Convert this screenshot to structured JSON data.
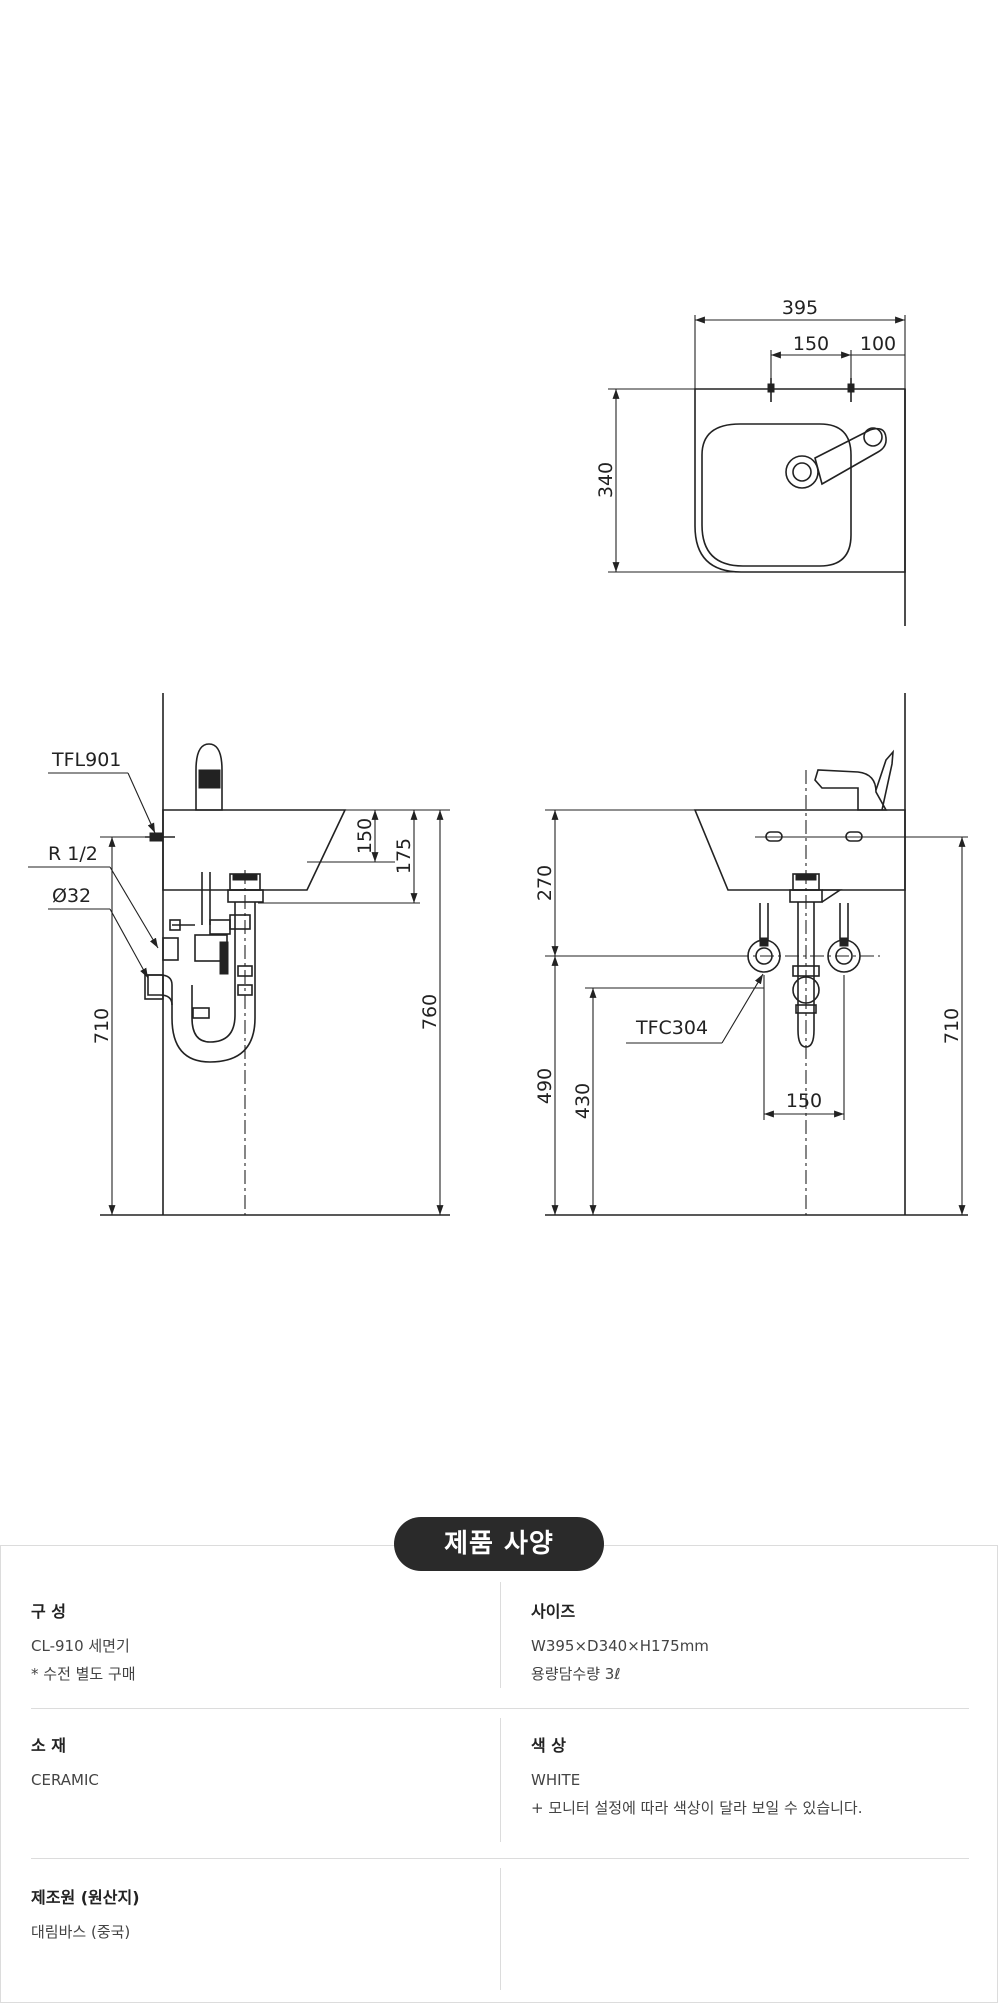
{
  "drawing": {
    "top_view": {
      "width": "395",
      "hole_spacing": "150",
      "edge_offset": "100",
      "depth": "340"
    },
    "side_view": {
      "fitting_label": "TFL901",
      "thread_label": "R 1/2",
      "drain_label": "Ø32",
      "dim_a": "150",
      "dim_b": "175",
      "height_a": "710",
      "height_b": "760"
    },
    "front_view": {
      "valve_label": "TFC304",
      "dim_top": "270",
      "dim_lower": "490",
      "dim_valve": "430",
      "valve_spacing": "150",
      "height": "710"
    }
  },
  "spec": {
    "title": "제품 사양",
    "rows": [
      [
        {
          "label": "구 성",
          "lines": [
            "CL-910 세면기",
            "* 수전 별도 구매"
          ]
        },
        {
          "label": "사이즈",
          "lines": [
            "W395×D340×H175mm",
            "용량담수량 3ℓ"
          ]
        }
      ],
      [
        {
          "label": "소 재",
          "lines": [
            "CERAMIC"
          ]
        },
        {
          "label": "색 상",
          "lines": [
            "WHITE",
            "+ 모니터 설정에 따라 색상이 달라 보일 수 있습니다."
          ]
        }
      ],
      [
        {
          "label": "제조원 (원산지)",
          "lines": [
            "대림바스 (중국)"
          ]
        },
        {
          "label": "",
          "lines": []
        }
      ]
    ]
  }
}
